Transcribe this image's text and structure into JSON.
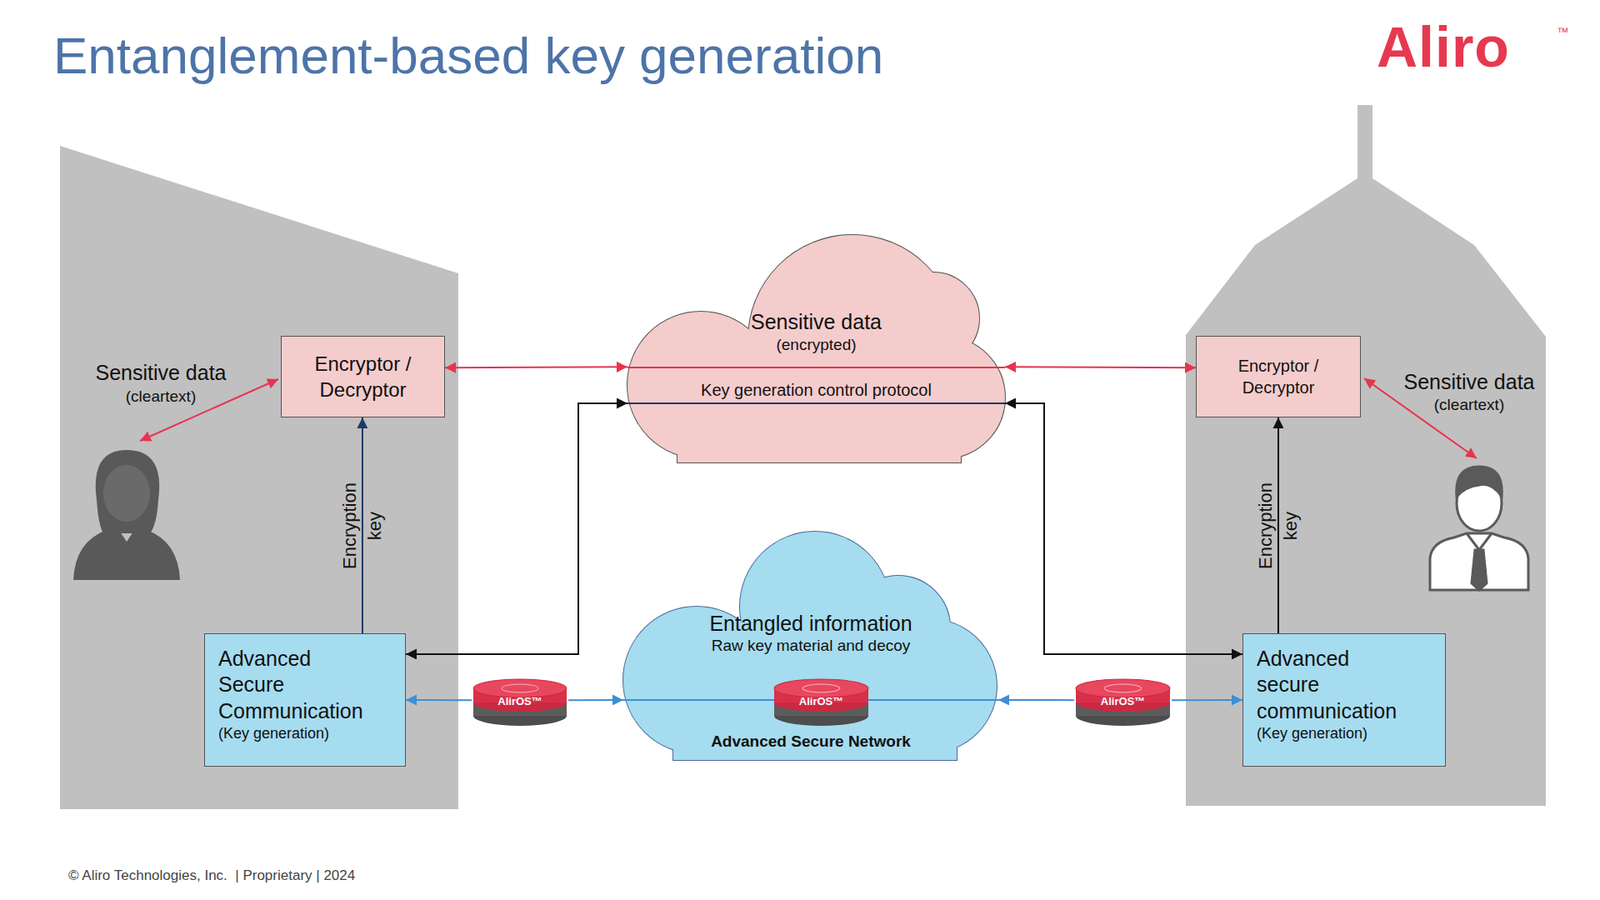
{
  "diagram": {
    "title": "Entanglement-based key generation",
    "caption": "© Aliro Technologies, Inc.  | Proprietary | 2024",
    "nodes": [
      {
        "text": [
          "Encryptor / Decryptor"
        ]
      },
      {
        "text": [
          "Advanced Secure Communication",
          "(Key generation)"
        ]
      },
      {
        "text": [
          "Sensitive data",
          "(encrypted)",
          "Key generation control protocol"
        ]
      },
      {
        "text": [
          "Entangled information",
          "Raw key material and decoy",
          "Advanced Secure Network"
        ]
      },
      {
        "text": [
          "AlirOS™"
        ]
      },
      {
        "text": [
          "AlirOS™"
        ],
        "in": 3
      },
      {
        "text": [
          "AlirOS™"
        ]
      },
      {
        "text": [
          "Encryptor / Decryptor"
        ]
      },
      {
        "text": [
          "Advanced secure communication",
          "(Key generation)"
        ]
      }
    ],
    "edges": [
      {
        "from": 0,
        "to": 2,
        "arrow": "both"
      },
      {
        "from": 2,
        "to": 7,
        "arrow": "both"
      },
      {
        "from": 1,
        "to": 2,
        "arrow": "both"
      },
      {
        "from": 8,
        "to": 2,
        "arrow": "both"
      },
      {
        "from": 1,
        "to": 0,
        "label": "Encryption key",
        "arrow": "to"
      },
      {
        "from": 8,
        "to": 7,
        "label": "Encryption key",
        "arrow": "to"
      },
      {
        "from": 4,
        "to": 1,
        "arrow": "to"
      },
      {
        "from": 4,
        "to": 3,
        "arrow": "to"
      },
      {
        "from": 6,
        "to": 3,
        "arrow": "to"
      },
      {
        "from": 6,
        "to": 8,
        "arrow": "to"
      }
    ],
    "labels": [
      "Aliro",
      "™",
      "Sensitive data",
      "(cleartext)",
      "Sensitive data",
      "(cleartext)"
    ]
  }
}
